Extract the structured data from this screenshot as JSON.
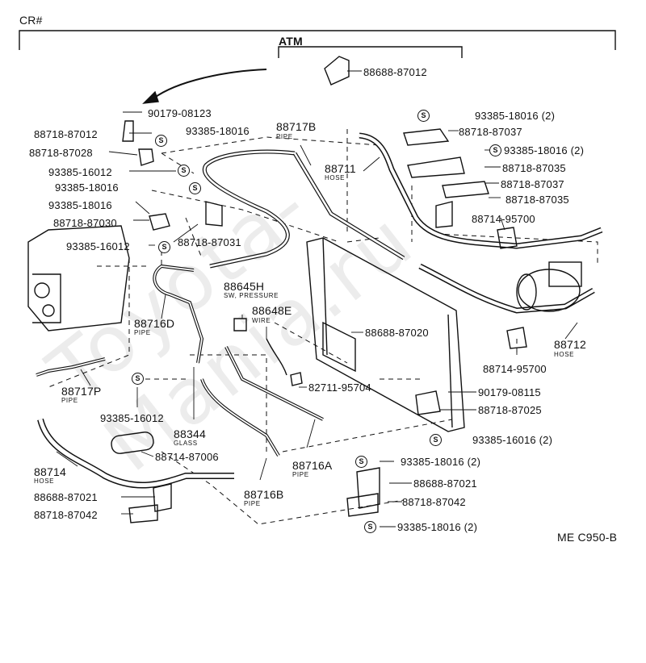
{
  "header": {
    "code": "CR#",
    "variant": "ATM"
  },
  "watermark": "Toyota-Mania.ru",
  "figure_code": "ME C950-B",
  "labels": [
    {
      "id": "p1",
      "text": "88688-87012"
    },
    {
      "id": "p2",
      "text": "90179-08123"
    },
    {
      "id": "p3",
      "text": "88718-87012"
    },
    {
      "id": "p4",
      "text": "93385-18016"
    },
    {
      "id": "p5",
      "text": "88718-87028"
    },
    {
      "id": "p6",
      "text": "93385-16012"
    },
    {
      "id": "p7",
      "text": "93385-18016"
    },
    {
      "id": "p8",
      "text": "93385-18016"
    },
    {
      "id": "p9",
      "text": "88718-87030"
    },
    {
      "id": "p10",
      "text": "93385-16012"
    },
    {
      "id": "p11",
      "text": "88718-87031"
    },
    {
      "id": "p12",
      "text": "88717B"
    },
    {
      "id": "p13",
      "text": "88711"
    },
    {
      "id": "p14",
      "text": "93385-18016 (2)"
    },
    {
      "id": "p15",
      "text": "88718-87037"
    },
    {
      "id": "p16",
      "text": "93385-18016 (2)"
    },
    {
      "id": "p17",
      "text": "88718-87035"
    },
    {
      "id": "p18",
      "text": "88718-87037"
    },
    {
      "id": "p19",
      "text": "88718-87035"
    },
    {
      "id": "p20",
      "text": "88714-95700"
    },
    {
      "id": "p21",
      "text": "88645H"
    },
    {
      "id": "p22",
      "text": "88648E"
    },
    {
      "id": "p23",
      "text": "88716D"
    },
    {
      "id": "p24",
      "text": "88688-87020"
    },
    {
      "id": "p25",
      "text": "88712"
    },
    {
      "id": "p26",
      "text": "88714-95700"
    },
    {
      "id": "p27",
      "text": "82711-95704"
    },
    {
      "id": "p28",
      "text": "90179-08115"
    },
    {
      "id": "p29",
      "text": "88718-87025"
    },
    {
      "id": "p30",
      "text": "88717P"
    },
    {
      "id": "p31",
      "text": "93385-16012"
    },
    {
      "id": "p32",
      "text": "88344"
    },
    {
      "id": "p33",
      "text": "93385-16016 (2)"
    },
    {
      "id": "p34",
      "text": "88714-87006"
    },
    {
      "id": "p35",
      "text": "88716A"
    },
    {
      "id": "p36",
      "text": "93385-18016 (2)"
    },
    {
      "id": "p37",
      "text": "88714"
    },
    {
      "id": "p38",
      "text": "88688-87021"
    },
    {
      "id": "p39",
      "text": "88688-87021"
    },
    {
      "id": "p40",
      "text": "88716B"
    },
    {
      "id": "p41",
      "text": "88718-87042"
    },
    {
      "id": "p42",
      "text": "88718-87042"
    },
    {
      "id": "p43",
      "text": "93385-18016 (2)"
    }
  ],
  "sublabels": [
    {
      "id": "s1",
      "text": "PIPE"
    },
    {
      "id": "s2",
      "text": "HOSE"
    },
    {
      "id": "s3",
      "text": "SW, PRESSURE"
    },
    {
      "id": "s4",
      "text": "WIRE"
    },
    {
      "id": "s5",
      "text": "PIPE"
    },
    {
      "id": "s6",
      "text": "HOSE"
    },
    {
      "id": "s7",
      "text": "PIPE"
    },
    {
      "id": "s8",
      "text": "GLASS"
    },
    {
      "id": "s9",
      "text": "PIPE"
    },
    {
      "id": "s10",
      "text": "HOSE"
    },
    {
      "id": "s11",
      "text": "PIPE"
    }
  ],
  "s_symbol": "S"
}
